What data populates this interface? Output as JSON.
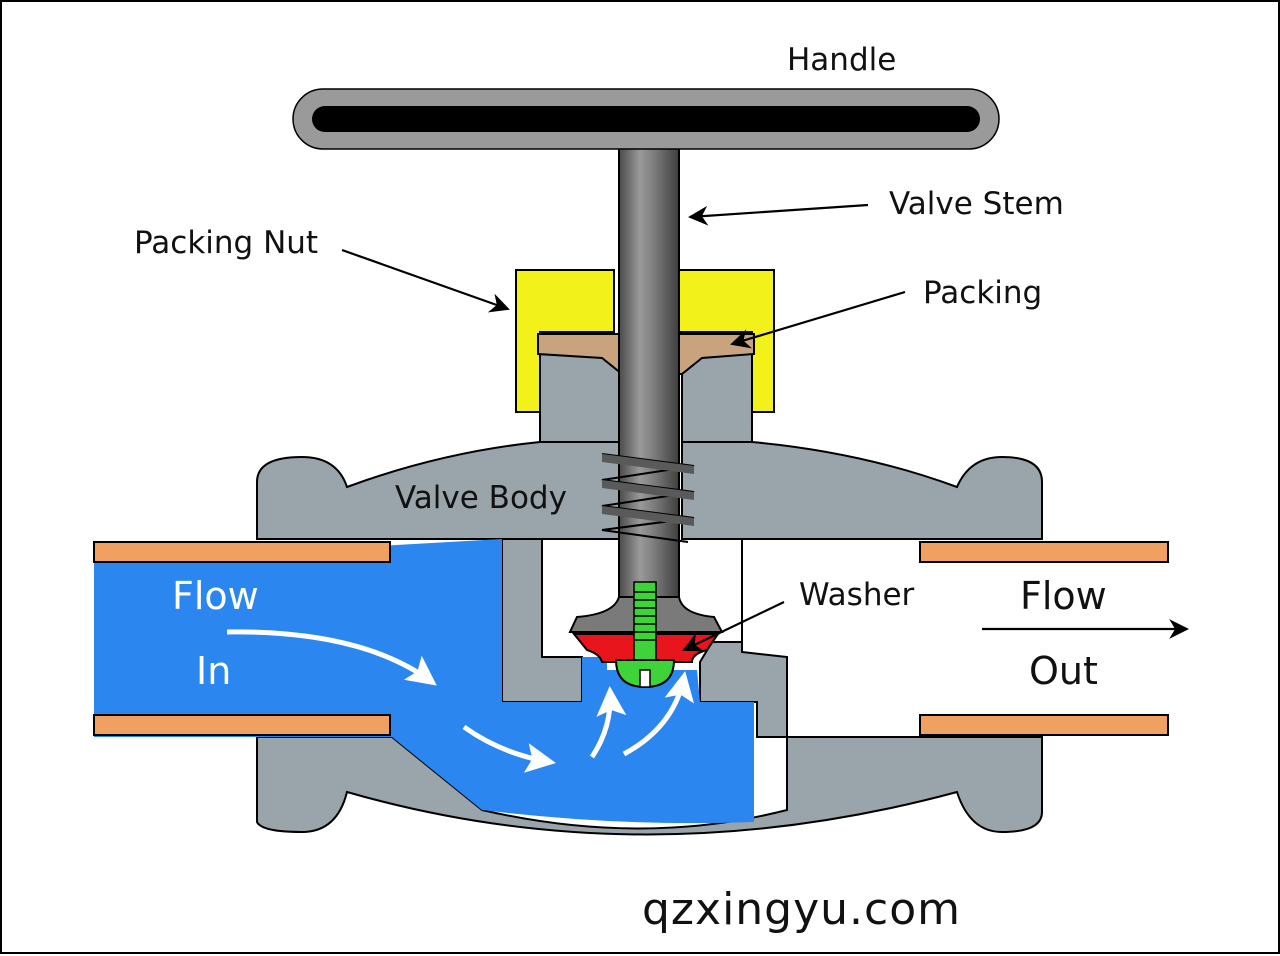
{
  "labels": {
    "handle": "Handle",
    "valve_stem": "Valve Stem",
    "packing_nut": "Packing Nut",
    "packing": "Packing",
    "valve_body": "Valve Body",
    "washer": "Washer",
    "flow_in_line1": "Flow",
    "flow_in_line2": "In",
    "flow_out_line1": "Flow",
    "flow_out_line2": "Out"
  },
  "watermark": "qzxingyu.com",
  "colors": {
    "body_gray": "#9aa4ab",
    "water_blue": "#2b86f0",
    "pipe_orange": "#f0a060",
    "packing_nut_yellow": "#f3f11a",
    "packing_tan": "#c9a37e",
    "washer_red": "#e8151d",
    "screw_green": "#3ed339",
    "stem_gray": "#6c6c6c",
    "handle_black": "#000000",
    "handle_rim": "#9a9a9a"
  }
}
